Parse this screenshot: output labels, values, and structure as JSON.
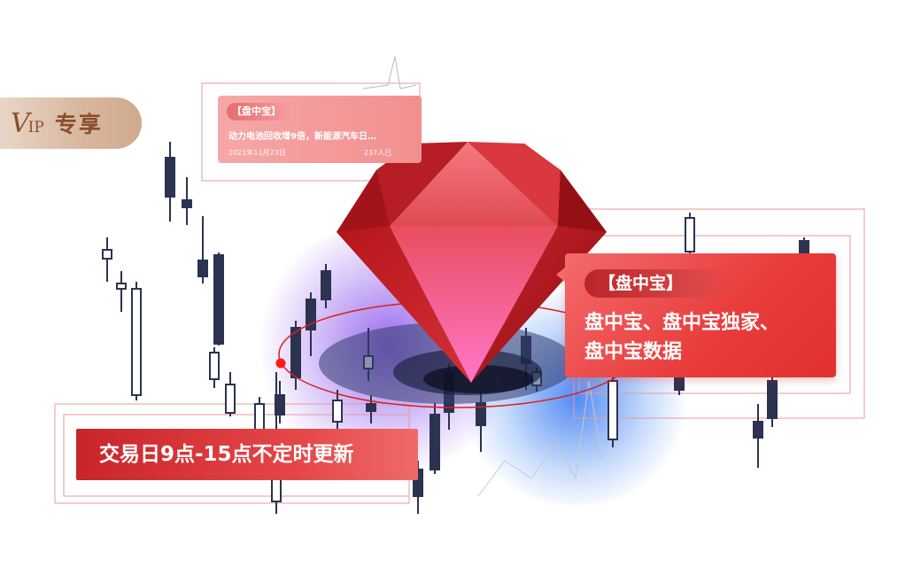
{
  "vip": {
    "logo": "V",
    "logo_small": "IP",
    "label": "专享"
  },
  "news_card": {
    "tag": "【盘中宝】",
    "title": "动力电池回收增9倍，新能源汽车日…",
    "date": "2021年11月23日",
    "count": "237人已"
  },
  "info_card": {
    "tag": "【盘中宝】",
    "line1": "盘中宝、盘中宝独家、",
    "line2": "盘中宝数据"
  },
  "banner": {
    "text": "交易日9点-15点不定时更新"
  },
  "colors": {
    "accent_red": "#e93b3b",
    "candle": "#2b3350",
    "gold": "#8a4f2a"
  }
}
